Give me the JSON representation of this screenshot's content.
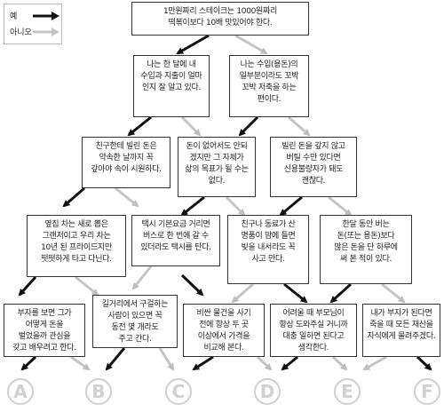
{
  "legend": {
    "yes": "예",
    "no": "아니오"
  },
  "nodes": {
    "n1": [
      "1만원짜리 스테이크는 1000원짜리",
      "떡볶이보다 10배 맛있어야 한다."
    ],
    "n2": [
      "나는 한 달에 내",
      "수입과 지출이 얼마",
      "인지 잘 알고 있다."
    ],
    "n3": [
      "나는 수입(용돈)의",
      "일부분이라도 꼬박",
      "꼬박 저축을 하는",
      "편이다."
    ],
    "n4": [
      "친구한테 빌린 돈은",
      "약속한 날까지 꼭",
      "갚아야 속이 시원하다."
    ],
    "n5": [
      "돈이 없어서도 안되",
      "겠지만 그 자체가",
      "삶의 목표가 될 수는",
      "없다."
    ],
    "n6": [
      "빌린 돈을 갚지 않고",
      "버틸 수만 있다면",
      "신용불량자가 돼도",
      "괜찮다."
    ],
    "n7": [
      "옆집 차는 새로 뽑은",
      "그랜저이고 우리 차는",
      "10년 된 프라이드지만",
      "떳떳하게 타고 다닌다."
    ],
    "n8": [
      "택시 기본요금 거리면",
      "버스로 한 번에 갈 수",
      "있더라도 택시를 탄다."
    ],
    "n9": [
      "친구나 동료가 산",
      "명품이 맘에 들면",
      "빚을 내서라도 꼭",
      "사고 만다."
    ],
    "n10": [
      "한달 동안 버는",
      "돈(또는 용돈)보다",
      "많은 돈을 단 하루에",
      "써 본 적이 있다."
    ],
    "n11": [
      "부자를 보면 그가",
      "어떻게 돈을",
      "벌었을까 관심을",
      "갖고 배우려고 한다."
    ],
    "n12": [
      "길거리에서 구걸하는",
      "사람이 있으면 꼭",
      "동전 몇 개라도",
      "주고 간다."
    ],
    "n13": [
      "비싼 물건을 사기",
      "전에 항상 두 곳",
      "이상에서 가격을",
      "비교해 본다."
    ],
    "n14": [
      "어려울 때 부모님이",
      "항상 도와주실 거니까",
      "대충 일하면 된다고",
      "생각한다."
    ],
    "n15": [
      "내가 부자가 된다면",
      "죽을 때 모든 재산을",
      "자식에게 물려주겠다."
    ]
  },
  "results": [
    "A",
    "B",
    "C",
    "D",
    "E",
    "F"
  ]
}
